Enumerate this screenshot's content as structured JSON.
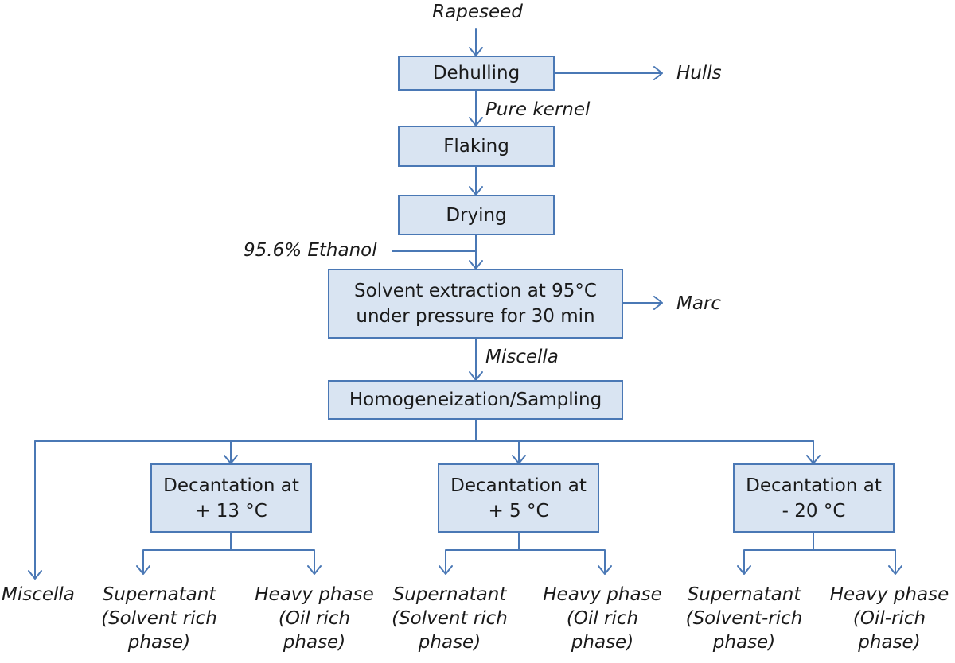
{
  "boxes": {
    "dehulling": "Dehulling",
    "flaking": "Flaking",
    "drying": "Drying",
    "extraction": "Solvent extraction at 95°C\nunder pressure  for 30 min",
    "homogenization": "Homogeneization/Sampling",
    "decant_13": "Decantation at\n+ 13 °C",
    "decant_5": "Decantation at\n+ 5 °C",
    "decant_m20": "Decantation at\n- 20 °C"
  },
  "labels": {
    "rapeseed": "Rapeseed",
    "hulls": "Hulls",
    "pure_kernel": "Pure kernel",
    "ethanol": "95.6% Ethanol",
    "marc": "Marc",
    "miscella_top": "Miscella",
    "miscella_bottom": "Miscella",
    "super_13": "Supernatant\n(Solvent rich\nphase)",
    "heavy_13": "Heavy phase\n(Oil rich\nphase)",
    "super_5": "Supernatant\n(Solvent rich\nphase)",
    "heavy_5": "Heavy phase\n(Oil rich\nphase)",
    "super_m20": "Supernatant\n(Solvent-rich\nphase)",
    "heavy_m20": "Heavy phase\n(Oil-rich\nphase)"
  },
  "colors": {
    "box_fill": "#d9e4f2",
    "box_border": "#4a78b5",
    "arrow": "#4a78b5"
  }
}
